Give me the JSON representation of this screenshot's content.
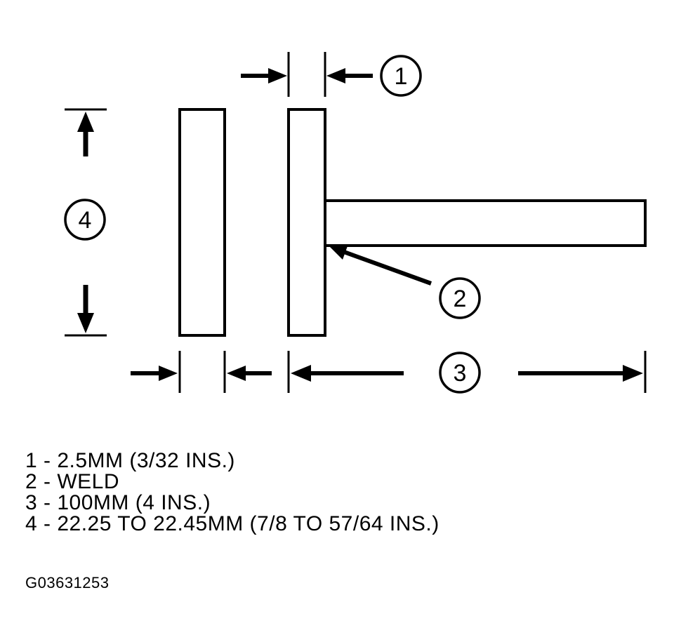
{
  "callouts": {
    "c1": "1",
    "c2": "2",
    "c3": "3",
    "c4": "4"
  },
  "legend": [
    "1 - 2.5MM (3/32 INS.)",
    "2 - WELD",
    "3 - 100MM (4 INS.)",
    "4 - 22.25 TO 22.45MM (7/8 TO 57/64 INS.)"
  ],
  "figure_id": "G03631253"
}
